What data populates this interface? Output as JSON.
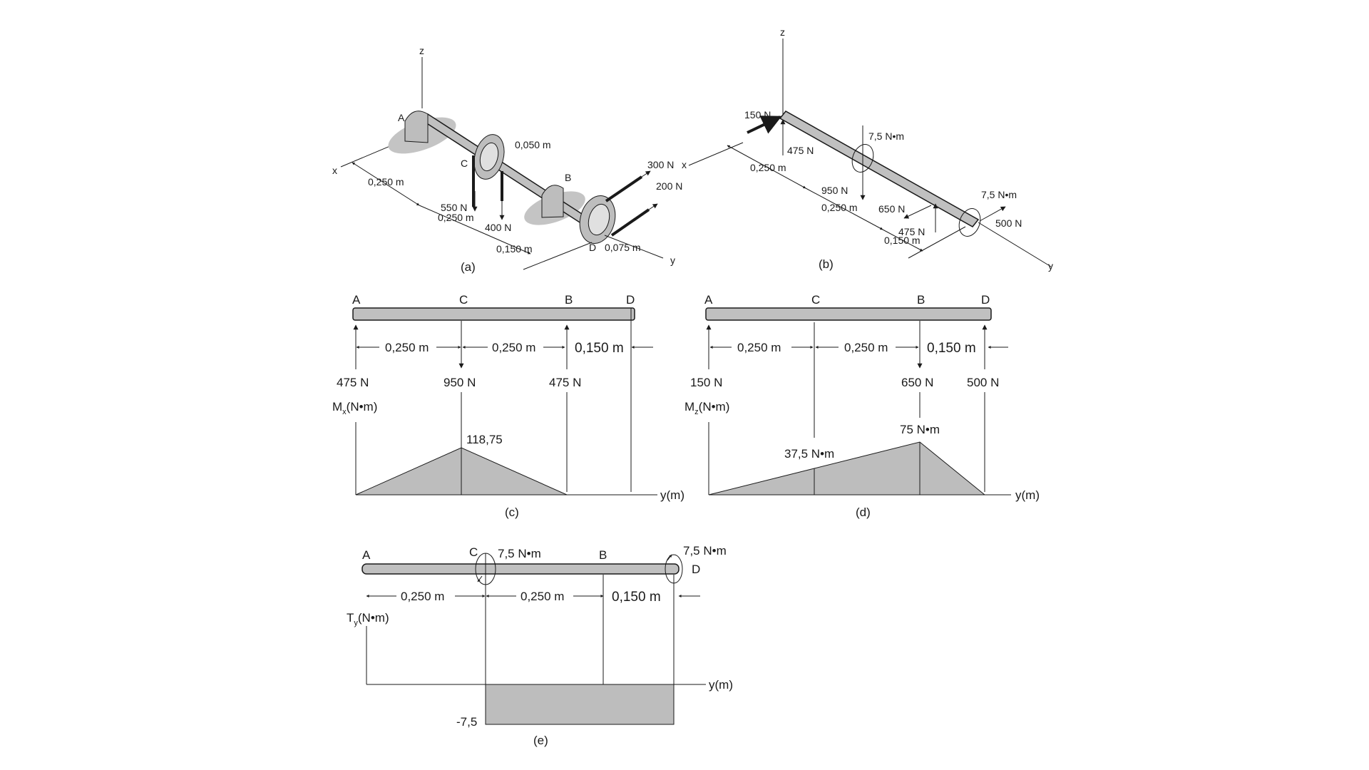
{
  "panels": {
    "a": {
      "caption": "(a)",
      "axes": {
        "x": "x",
        "y": "y",
        "z": "z"
      },
      "points": {
        "A": "A",
        "B": "B",
        "C": "C",
        "D": "D"
      },
      "labels": {
        "r_c": "0,050 m",
        "r_d": "0,075 m",
        "f1": "550 N",
        "f2": "400 N",
        "f3": "300 N",
        "f4": "200 N",
        "d1": "0,250 m",
        "d2": "0,250 m",
        "d3": "0,150 m"
      }
    },
    "b": {
      "caption": "(b)",
      "axes": {
        "x": "x",
        "y": "y",
        "z": "z"
      },
      "labels": {
        "f_ax": "150 N",
        "f_az": "475 N",
        "tc": "7,5 N•m",
        "d1": "0,250 m",
        "f_c": "950 N",
        "d2": "0,250 m",
        "f_bx": "650 N",
        "f_bz": "475 N",
        "d3": "0,150 m",
        "td": "7,5 N•m",
        "f_d": "500 N"
      }
    },
    "c": {
      "caption": "(c)",
      "points": [
        "A",
        "C",
        "B",
        "D"
      ],
      "spans": [
        "0,250 m",
        "0,250 m",
        "0,150 m"
      ],
      "loads": [
        "475 N",
        "950 N",
        "475 N"
      ],
      "moment_label": "M",
      "moment_sub": "x",
      "moment_unit": "(N•m)",
      "peak_label": "118,75",
      "axis_label": "y(m)"
    },
    "d": {
      "caption": "(d)",
      "points": [
        "A",
        "C",
        "B",
        "D"
      ],
      "spans": [
        "0,250 m",
        "0,250 m",
        "0,150 m"
      ],
      "loads": [
        "150 N",
        "650 N",
        "500 N"
      ],
      "moment_label": "M",
      "moment_sub": "z",
      "moment_unit": "(N•m)",
      "c_label": "37,5 N•m",
      "b_label": "75 N•m",
      "axis_label": "y(m)"
    },
    "e": {
      "caption": "(e)",
      "points": [
        "A",
        "C",
        "B",
        "D"
      ],
      "spans": [
        "0,250 m",
        "0,250 m",
        "0,150 m"
      ],
      "torque_c": "7,5 N•m",
      "torque_d": "7,5 N•m",
      "torque_label": "T",
      "torque_sub": "y",
      "torque_unit": "(N•m)",
      "value_label": "-7,5",
      "axis_label": "y(m)"
    }
  },
  "chart_data": [
    {
      "type": "area",
      "name_ref": "panel-c",
      "x": [
        0,
        0.25,
        0.5,
        0.65
      ],
      "y": [
        0,
        118.75,
        0,
        0
      ],
      "xlabel": "y(m)",
      "ylabel": "Mx(N•m)"
    },
    {
      "type": "area",
      "name_ref": "panel-d",
      "x": [
        0,
        0.25,
        0.5,
        0.65
      ],
      "y": [
        0,
        37.5,
        75,
        0
      ],
      "xlabel": "y(m)",
      "ylabel": "Mz(N•m)"
    },
    {
      "type": "area",
      "name_ref": "panel-e",
      "x": [
        0,
        0.25,
        0.5,
        0.65
      ],
      "y": [
        0,
        -7.5,
        -7.5,
        -7.5
      ],
      "xlabel": "y(m)",
      "ylabel": "Ty(N•m)"
    }
  ],
  "colors": {
    "ink": "#1a1a1a",
    "fill": "#c0c0c0",
    "shadow": "#c4c4c4"
  }
}
